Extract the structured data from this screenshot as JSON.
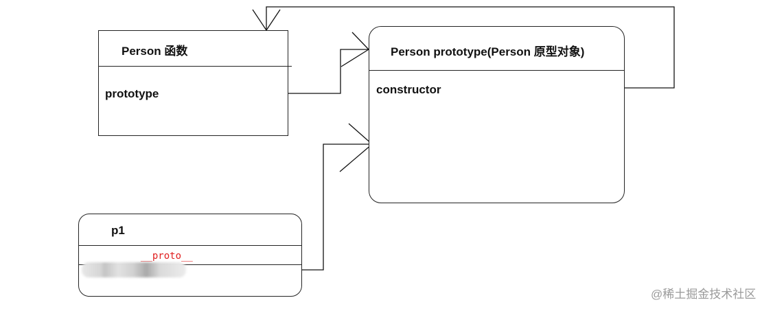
{
  "function_box": {
    "title": "Person 函数",
    "field": "prototype"
  },
  "prototype_box": {
    "title": "Person prototype(Person 原型对象)",
    "field": "constructor"
  },
  "instance_box": {
    "title": "p1",
    "field": "__proto__"
  },
  "watermark": "@稀土掘金技术社区"
}
